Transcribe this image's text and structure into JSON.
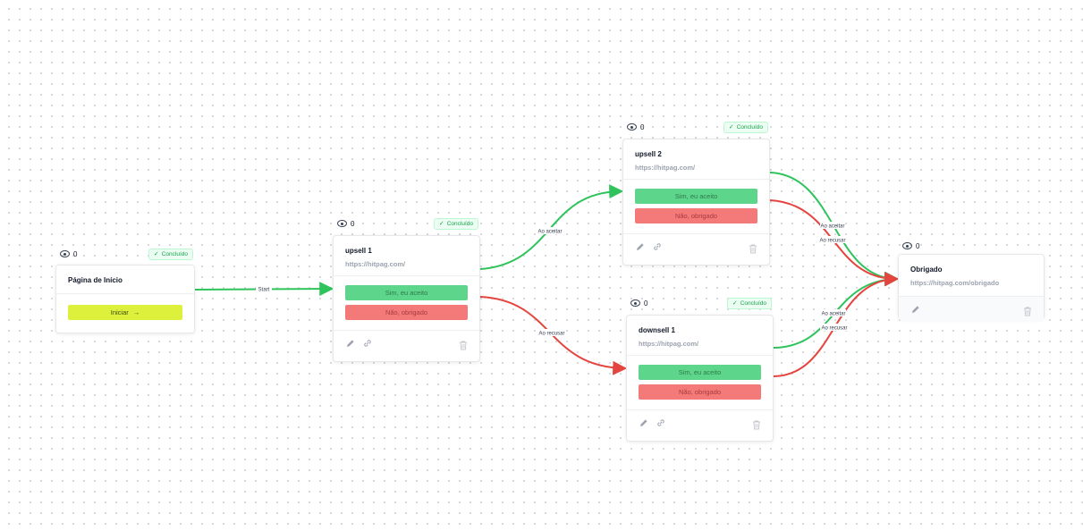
{
  "canvas": {
    "edges": {
      "start_label": "Start",
      "accept_label": "Ao aceitar",
      "decline_label": "Ao recusar"
    }
  },
  "colors": {
    "accept": "#2fc35c",
    "decline": "#e5453f",
    "start": "#2fc35c",
    "start_button": "#dcf03c"
  },
  "nodes": {
    "start": {
      "views": "0",
      "status": "Concluído",
      "title": "Página de Início",
      "button_label": "Iniciar"
    },
    "upsell1": {
      "views": "0",
      "status": "Concluído",
      "title": "upsell 1",
      "url": "https://hitpag.com/",
      "yes_label": "Sim, eu aceito",
      "no_label": "Não, obrigado"
    },
    "upsell2": {
      "views": "0",
      "status": "Concluído",
      "title": "upsell 2",
      "url": "https://hitpag.com/",
      "yes_label": "Sim, eu aceito",
      "no_label": "Não, obrigado"
    },
    "downsell1": {
      "views": "0",
      "status": "Concluído",
      "title": "downsell 1",
      "url": "https://hitpag.com/",
      "yes_label": "Sim, eu aceito",
      "no_label": "Não, obrigado"
    },
    "thanks": {
      "views": "0",
      "title": "Obrigado",
      "url": "https://hitpag.com/obrigado"
    }
  },
  "icons": {
    "views": "eye-icon",
    "status": "check-icon",
    "edit": "pencil-icon",
    "link": "link-icon",
    "delete": "trash-icon",
    "start_button": "arrow-right-icon"
  }
}
